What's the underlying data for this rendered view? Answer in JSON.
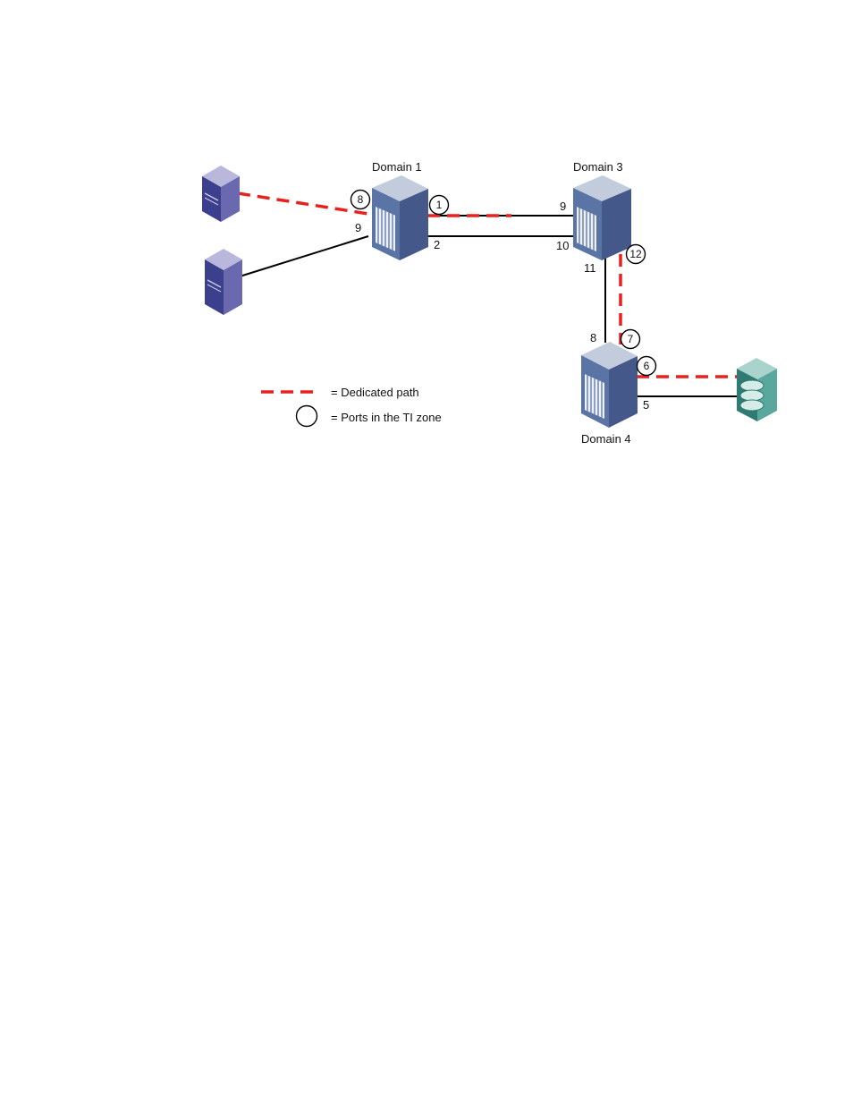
{
  "colors": {
    "dedicated_path": "#e8211d",
    "link": "#000000",
    "switch_front": "#5b74a6",
    "switch_side": "#44598a",
    "switch_top": "#c3ccdc",
    "server_front": "#3c3f8c",
    "server_side": "#6a69b0",
    "server_top": "#b9b8dc",
    "storage": "#3d8f86"
  },
  "domains": {
    "domain1": "Domain 1",
    "domain3": "Domain 3",
    "domain4": "Domain 4"
  },
  "ports": {
    "d1_8": "8",
    "d1_9": "9",
    "d1_1": "1",
    "d1_2": "2",
    "d3_9": "9",
    "d3_10": "10",
    "d3_11": "11",
    "d3_12": "12",
    "d4_8": "8",
    "d4_7": "7",
    "d4_6": "6",
    "d4_5": "5"
  },
  "legend": {
    "dedicated_path": "= Dedicated path",
    "ti_zone_ports": "= Ports in the TI zone"
  },
  "icons": {
    "host1": "server-icon",
    "host2": "server-icon",
    "switch1": "switch-icon",
    "switch3": "switch-icon",
    "switch4": "switch-icon",
    "storage": "storage-array-icon"
  }
}
